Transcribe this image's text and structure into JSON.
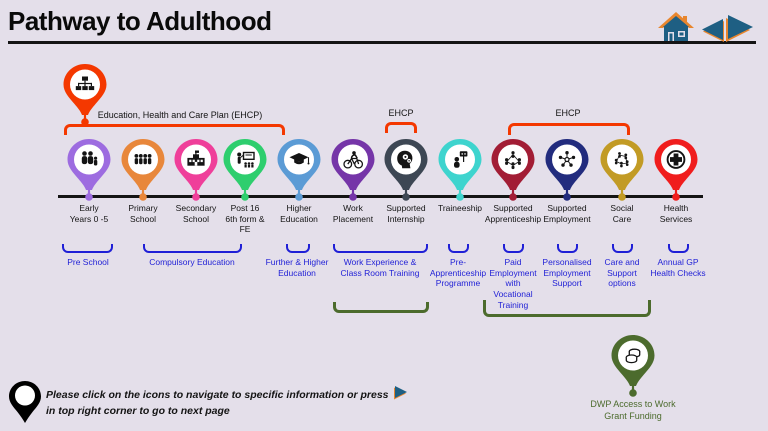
{
  "page": {
    "title": "Pathway to Adulthood",
    "background": "#E4DFEA"
  },
  "ehcp": {
    "color": "#F43800",
    "plan_label": "Education, Health and Care Plan (EHCP)",
    "internship_label": "EHCP",
    "employment_label": "EHCP"
  },
  "timeline": {
    "pins": [
      {
        "label": "Early\nYears 0 -5",
        "color": "#9D6CE0",
        "icon": "family-icon"
      },
      {
        "label": "Primary\nSchool",
        "color": "#E8873B",
        "icon": "children-row-icon"
      },
      {
        "label": "Secondary\nSchool",
        "color": "#EF3F9A",
        "icon": "school-building-icon"
      },
      {
        "label": "Post 16\n6th form &\nFE",
        "color": "#2ECE6E",
        "icon": "classroom-icon"
      },
      {
        "label": "Higher\nEducation",
        "color": "#5B9BD5",
        "icon": "graduation-cap-icon"
      },
      {
        "label": "Work\nPlacement",
        "color": "#7535A8",
        "icon": "cyclist-icon"
      },
      {
        "label": "Supported\nInternship",
        "color": "#3D4754",
        "icon": "head-gears-icon"
      },
      {
        "label": "Traineeship",
        "color": "#3ED4CE",
        "icon": "trainee-presentation-icon"
      },
      {
        "label": "Supported\nApprenticeship",
        "color": "#A21D35",
        "icon": "team-network-icon"
      },
      {
        "label": "Supported\nEmployment",
        "color": "#222C7E",
        "icon": "network-hub-icon"
      },
      {
        "label": "Social\nCare",
        "color": "#C29B25",
        "icon": "social-network-icon"
      },
      {
        "label": "Health\nServices",
        "color": "#F01D1D",
        "icon": "medical-cross-icon"
      }
    ]
  },
  "pathways": {
    "color": "#1F1FD6",
    "labels": [
      "Pre School",
      "Compulsory Education",
      "Further & Higher\nEducation",
      "Work Experience &\nClass Room Training",
      "Pre-\nApprenticeship\nProgramme",
      "Paid\nEmployment\nwith\nVocational\nTraining",
      "Personalised\nEmployment\nSupport",
      "Care and\nSupport\noptions",
      "Annual GP\nHealth Checks"
    ]
  },
  "dwp": {
    "color": "#4C6B2D",
    "label": "DWP Access to Work\nGrant Funding",
    "icon": "coins-icon"
  },
  "instructions": {
    "line1": "Please click on the icons to navigate to specific information or press",
    "line2": "in top right corner to go to next page"
  }
}
